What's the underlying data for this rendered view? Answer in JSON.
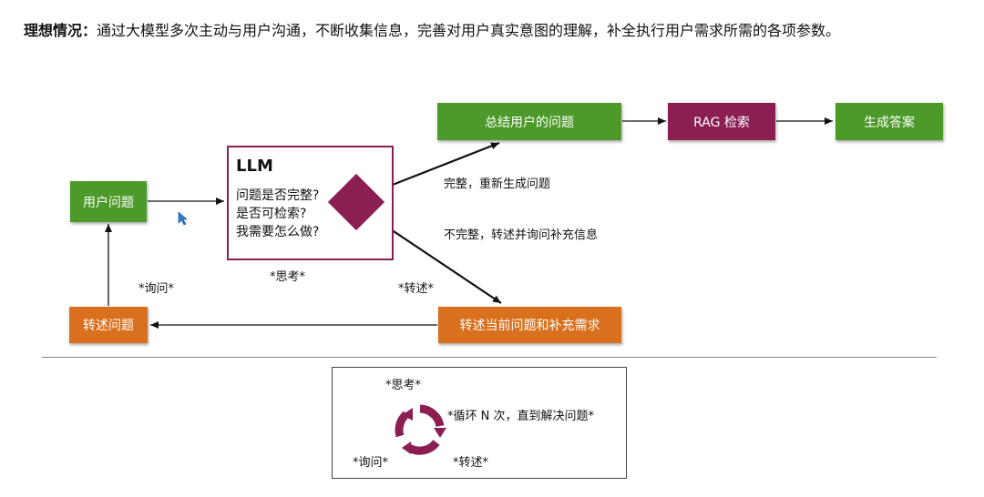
{
  "intro": {
    "bold": "理想情况：",
    "text": "通过大模型多次主动与用户沟通，不断收集信息，完善对用户真实意图的理解，补全执行用户需求所需的各项参数。"
  },
  "nodes": {
    "user_question": "用户问题",
    "llm_title": "LLM",
    "llm_lines": [
      "问题是否完整?",
      "是否可检索?",
      "我需要怎么做?"
    ],
    "summarize": "总结用户的问题",
    "rag": "RAG 检索",
    "generate": "生成答案",
    "restate_supplement": "转述当前问题和补充需求",
    "restate_question": "转述问题"
  },
  "labels": {
    "complete": "完整，重新生成问题",
    "incomplete": "不完整，转述并询问补充信息",
    "think": "*思考*",
    "ask": "*询问*",
    "restate": "*转述*"
  },
  "legend": {
    "think": "*思考*",
    "loop": "*循环 N 次，直到解决问题*",
    "ask": "*询问*",
    "restate": "*转述*"
  },
  "colors": {
    "green": "#4c9a2a",
    "orange": "#d9701e",
    "purple": "#8b1f52"
  }
}
